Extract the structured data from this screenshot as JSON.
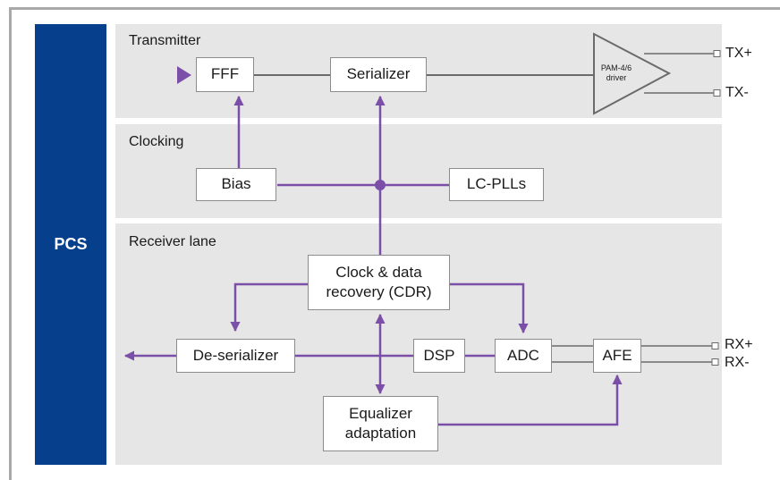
{
  "pcs": {
    "label": "PCS"
  },
  "sections": {
    "transmitter": "Transmitter",
    "clocking": "Clocking",
    "receiver": "Receiver lane"
  },
  "blocks": {
    "fff": "FFF",
    "serializer": "Serializer",
    "driver_line1": "PAM-4/6",
    "driver_line2": "driver",
    "bias": "Bias",
    "lc_plls": "LC-PLLs",
    "cdr_line1": "Clock & data",
    "cdr_line2": "recovery (CDR)",
    "deserializer": "De-serializer",
    "dsp": "DSP",
    "adc": "ADC",
    "afe": "AFE",
    "eq_line1": "Equalizer",
    "eq_line2": "adaptation"
  },
  "pins": {
    "tx_plus": "TX+",
    "tx_minus": "TX-",
    "rx_plus": "RX+",
    "rx_minus": "RX-"
  },
  "colors": {
    "accent": "#7b4fa8",
    "pcs_fill": "#063f8c",
    "panel_fill": "#e6e6e6",
    "wire_gray": "#6b6b6b"
  }
}
